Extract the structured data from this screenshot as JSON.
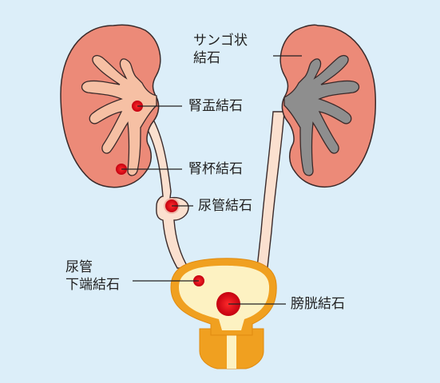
{
  "labels": {
    "coral": [
      "サンゴ状",
      "結石"
    ],
    "pelvis": "腎盂結石",
    "calyx": "腎杯結石",
    "ureter": "尿管結石",
    "lower_ureter": [
      "尿管",
      "下端結石"
    ],
    "bladder": "膀胱結石"
  },
  "colors": {
    "background": "#dceef9",
    "kidney_outer": "#ec8a78",
    "kidney_inner": "#f6c0a4",
    "kidney_outline": "#3a2a2a",
    "coral_stone": "#8e8e8e",
    "stone": "#d8121d",
    "ureter_fill": "#fbe0cf",
    "bladder_fill": "#fdf2c2",
    "bladder_outline": "#f0a020"
  }
}
